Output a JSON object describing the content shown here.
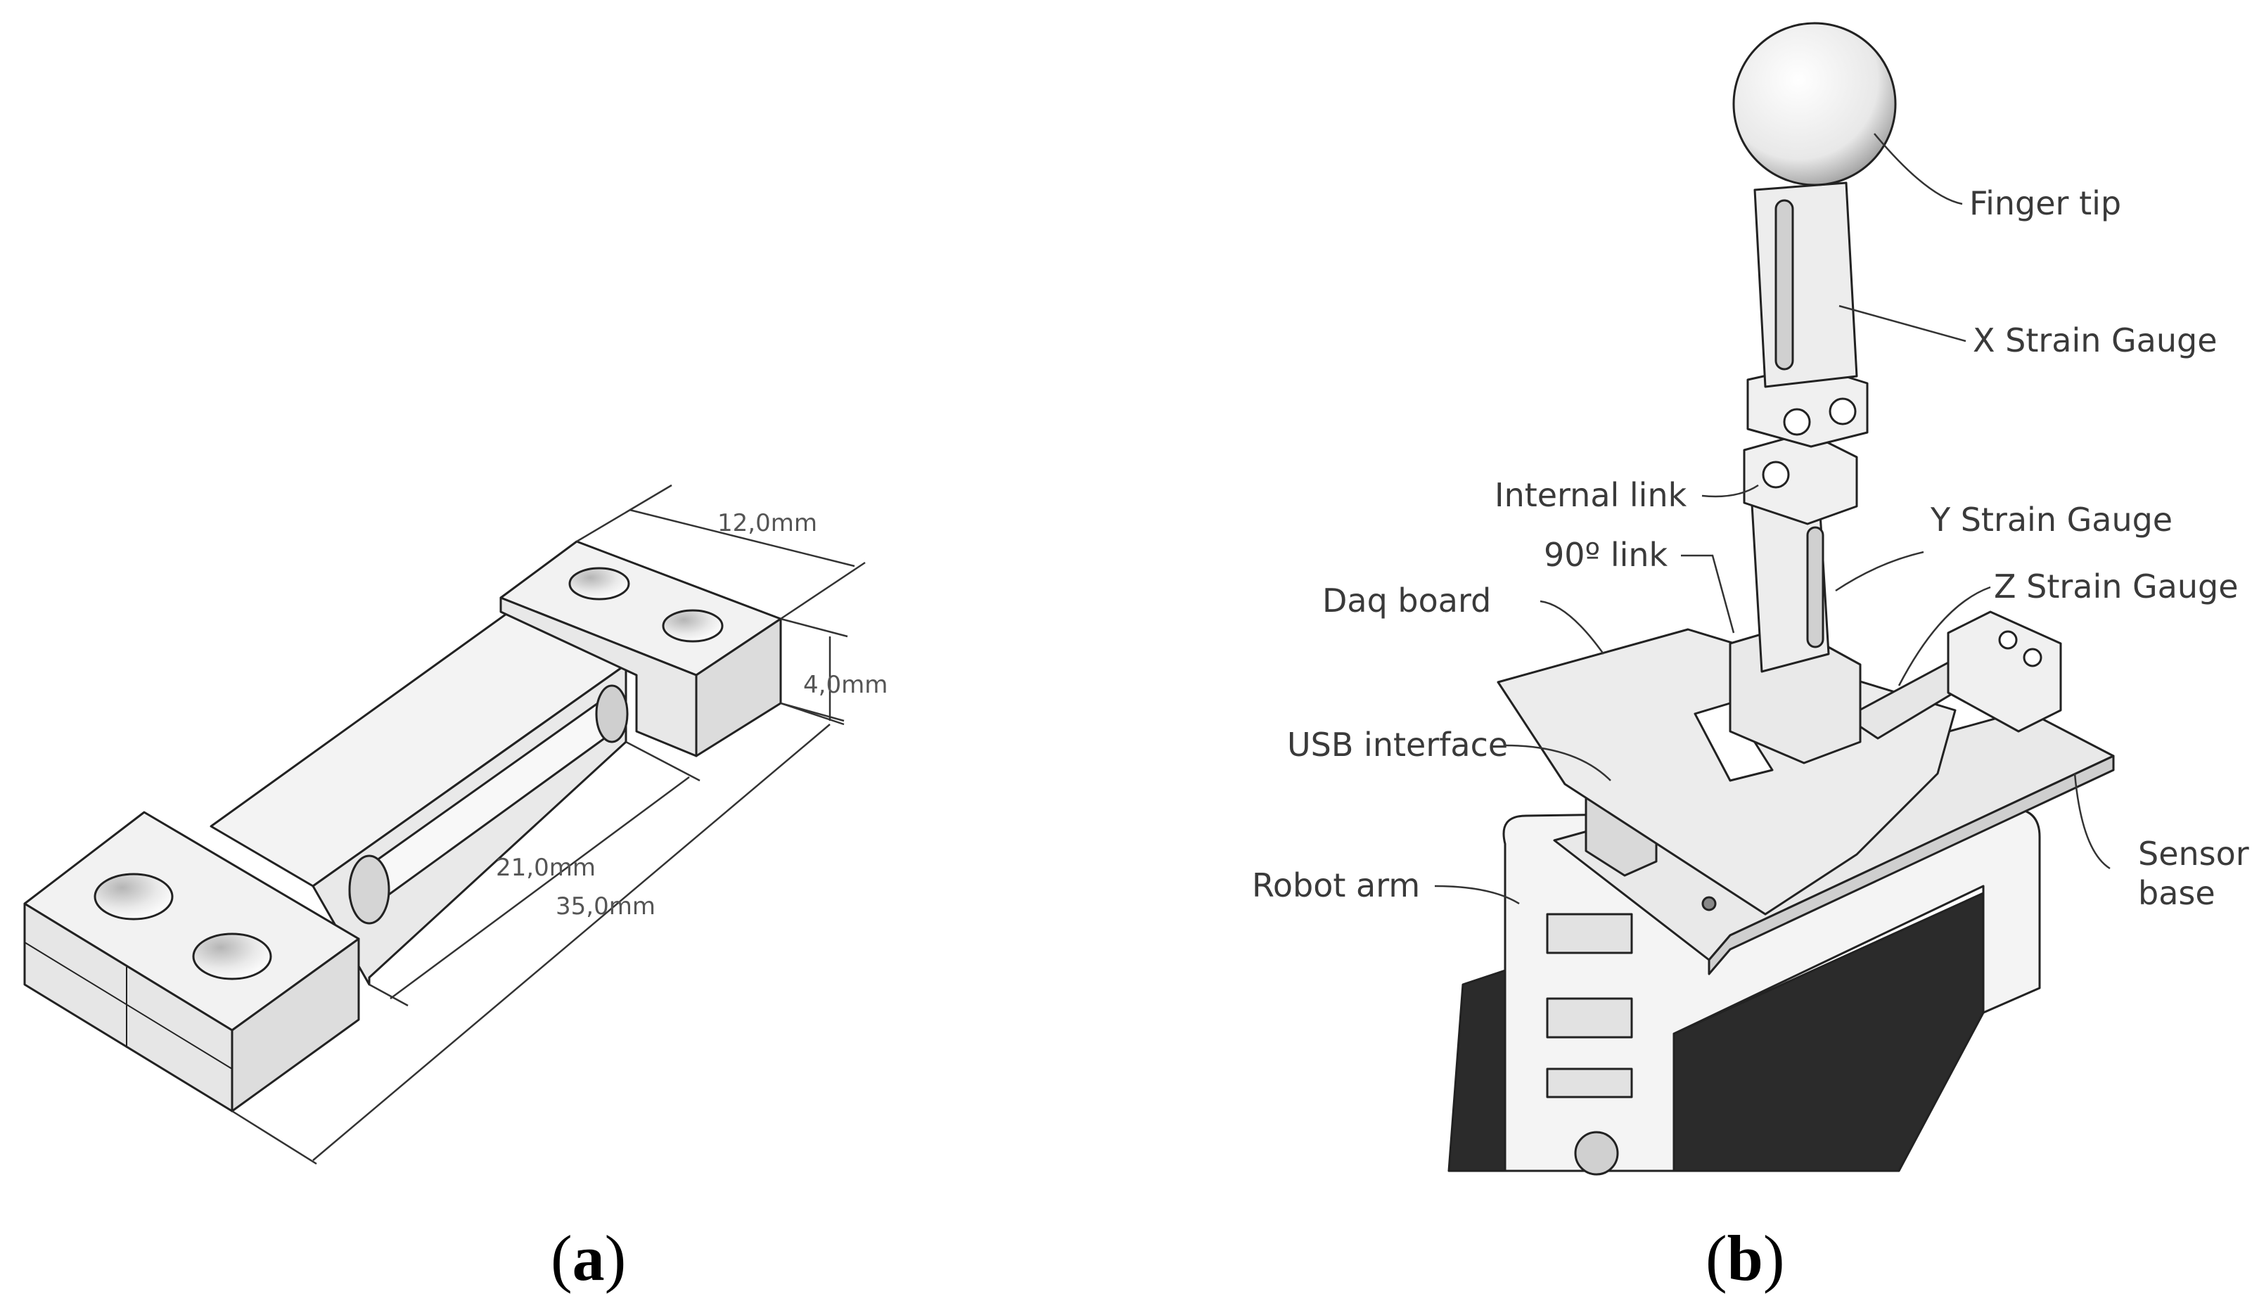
{
  "panel_a": {
    "caption": {
      "open": "(",
      "letter": "a",
      "close": ")"
    },
    "dimensions": {
      "width": "12,0mm",
      "height": "4,0mm",
      "slot": "21,0mm",
      "length": "35,0mm"
    }
  },
  "panel_b": {
    "caption": {
      "open": "(",
      "letter": "b",
      "close": ")"
    },
    "labels": {
      "finger_tip": "Finger tip",
      "x_gauge": "X Strain Gauge",
      "internal_link": "Internal link",
      "y_gauge": "Y Strain Gauge",
      "link_90": "90º link",
      "z_gauge": "Z Strain Gauge",
      "daq_board": "Daq board",
      "usb_interface": "USB interface",
      "robot_arm": "Robot arm",
      "sensor_base_1": "Sensor",
      "sensor_base_2": "base"
    }
  },
  "colors": {
    "part_fill": "#f2f2f2",
    "part_shade": "#d8d8d8",
    "outline": "#222222",
    "servo_dark": "#2b2b2b"
  }
}
